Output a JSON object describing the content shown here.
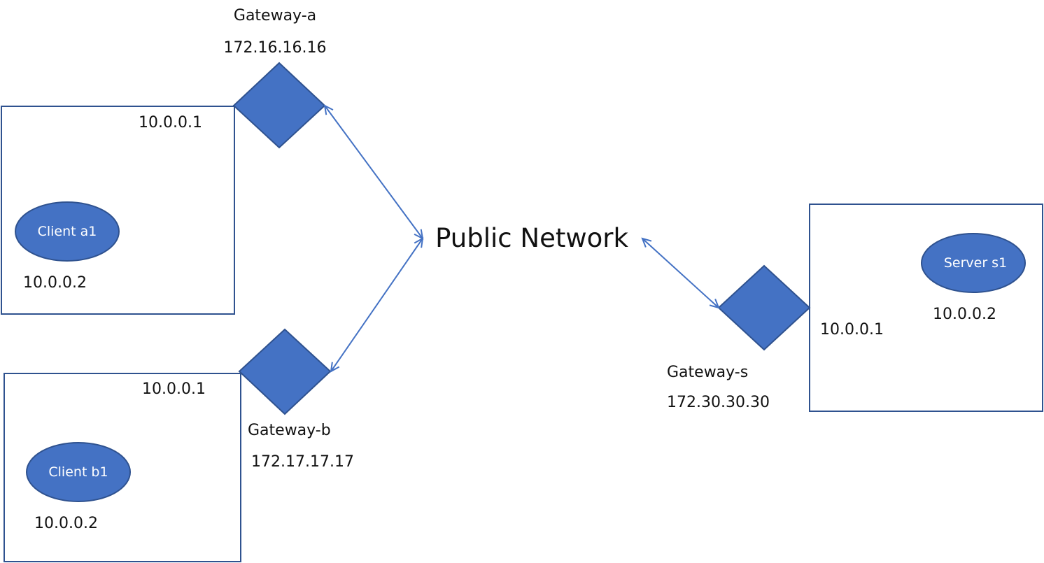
{
  "colors": {
    "shape_fill": "#4472C4",
    "shape_stroke": "#2F528F",
    "box_stroke": "#2F528F",
    "arrow": "#4472C4",
    "text": "#111111",
    "node_text": "#ffffff"
  },
  "center": {
    "label": "Public Network"
  },
  "networks": {
    "a": {
      "gateway_name": "Gateway-a",
      "gateway_public_ip": "172.16.16.16",
      "gateway_lan_ip": "10.0.0.1",
      "host_label": "Client a1",
      "host_ip": "10.0.0.2"
    },
    "b": {
      "gateway_name": "Gateway-b",
      "gateway_public_ip": "172.17.17.17",
      "gateway_lan_ip": "10.0.0.1",
      "host_label": "Client b1",
      "host_ip": "10.0.0.2"
    },
    "s": {
      "gateway_name": "Gateway-s",
      "gateway_public_ip": "172.30.30.30",
      "gateway_lan_ip": "10.0.0.1",
      "host_label": "Server s1",
      "host_ip": "10.0.0.2"
    }
  }
}
